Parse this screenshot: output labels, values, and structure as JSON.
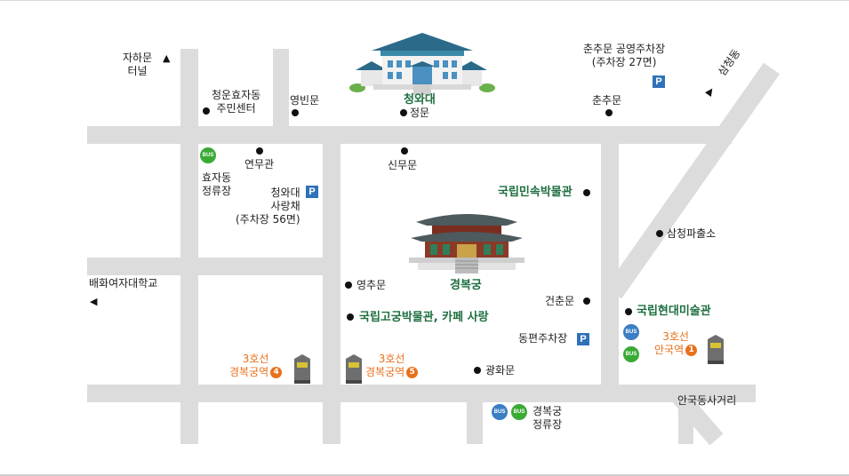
{
  "colors": {
    "road": "#dcdcdc",
    "landmark_text": "#1e6e3f",
    "subway_text": "#e8711d",
    "parking": "#2f72b8",
    "bus_green": "#3aaa35",
    "bus_blue": "#3b7ec3"
  },
  "icons": [
    "blue-house-building-icon",
    "palace-building-icon",
    "subway-exit-icon",
    "parking-icon",
    "bus-stop-icon",
    "arrow-up-icon",
    "arrow-left-icon",
    "location-dot-icon"
  ],
  "places": {
    "jahamun": "자하문\n터널",
    "chungun": "청운효자동\n주민센터",
    "yeongbinmun": "영빈문",
    "cheongwadae": "청와대",
    "jeongmun": "정문",
    "chunchumun_parking": "춘추문 공영주차장\n(주차장 27면)",
    "chunchumun": "춘추문",
    "samcheongdong": "삼청동",
    "hyoja_bus": "효자동\n정류장",
    "yeonmugwan": "연무관",
    "sarangchae": "청와대\n사랑채\n(주차장 56면)",
    "sinmumun": "신무문",
    "folk_museum": "국립민속박물관",
    "samcheong_police": "삼청파출소",
    "baehwa": "배화여자대학교",
    "gyeongbokgung": "경복궁",
    "yeongchumun": "영추문",
    "geonchunmun": "건춘문",
    "palace_museum": "국립고궁박물관, 카페 사랑",
    "mmca": "국립현대미술관",
    "east_parking": "동편주차장",
    "gwanghwamun": "광화문",
    "anguk_intersection": "안국동사거리",
    "gyeongbok_bus": "경복궁\n정류장"
  },
  "stations": {
    "exit4": {
      "line": "3호선",
      "name": "경복궁역",
      "exit": "4"
    },
    "exit5": {
      "line": "3호선",
      "name": "경복궁역",
      "exit": "5"
    },
    "anguk": {
      "line": "3호선",
      "name": "안국역",
      "exit": "1"
    }
  },
  "badges": {
    "parking": "P",
    "bus": "BUS"
  }
}
